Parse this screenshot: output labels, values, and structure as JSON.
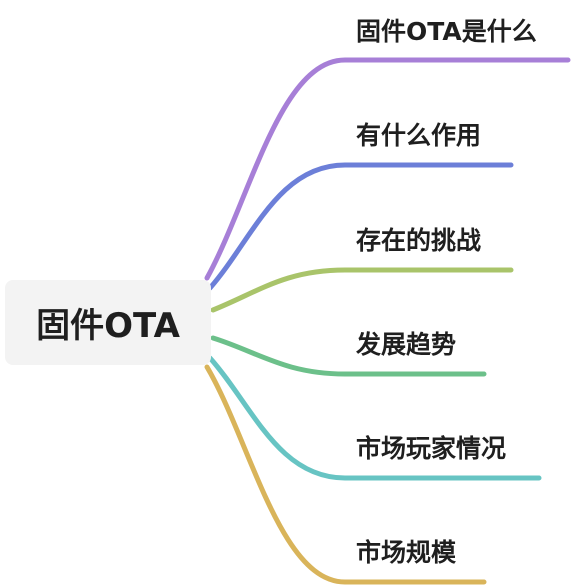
{
  "root": {
    "label": "固件OTA"
  },
  "branches": [
    {
      "label": "固件OTA是什么",
      "color": "#a77fd7"
    },
    {
      "label": "有什么作用",
      "color": "#6c7fd8"
    },
    {
      "label": "存在的挑战",
      "color": "#a9c46a"
    },
    {
      "label": "发展趋势",
      "color": "#6cc08a"
    },
    {
      "label": "市场玩家情况",
      "color": "#67c4c3"
    },
    {
      "label": "市场规模",
      "color": "#d9b45a"
    }
  ]
}
